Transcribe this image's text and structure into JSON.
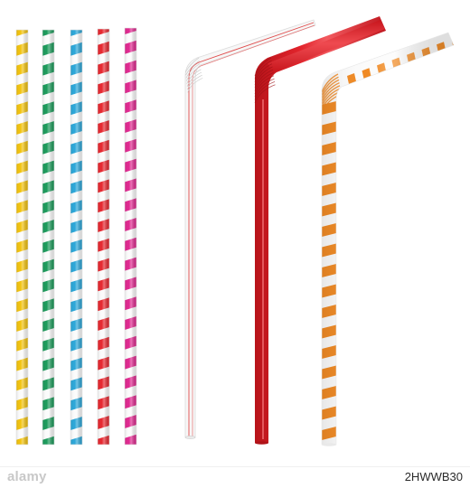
{
  "image": {
    "description_items": [
      {
        "name": "yellow-striped-straw",
        "color": "#f2c20c"
      },
      {
        "name": "green-striped-straw",
        "color": "#1a9a5a"
      },
      {
        "name": "blue-striped-straw",
        "color": "#2aa6d8"
      },
      {
        "name": "red-striped-straw",
        "color": "#e6262e"
      },
      {
        "name": "magenta-striped-straw",
        "color": "#e0278f"
      }
    ],
    "bendy_straws": [
      {
        "name": "clear-bendy-straw",
        "color": "#e04a4a"
      },
      {
        "name": "red-bendy-straw",
        "color": "#e2242c"
      },
      {
        "name": "orange-striped-bendy-straw",
        "color": "#f08a24"
      }
    ]
  },
  "footer": {
    "logo_text": "alamy",
    "image_id": "2HWWB30"
  }
}
